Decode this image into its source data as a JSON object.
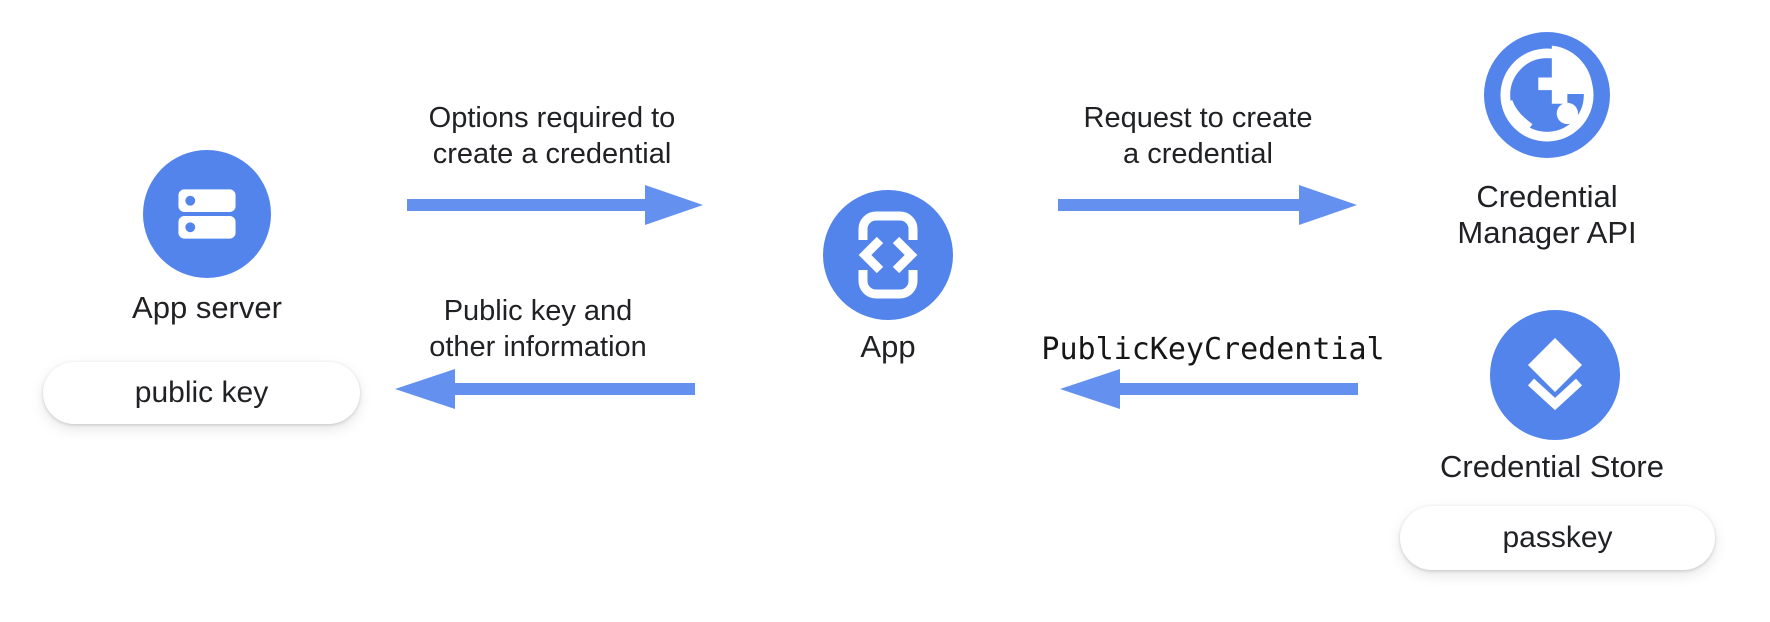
{
  "colors": {
    "node_blue": "#5384EC",
    "arrow_blue": "#6490F0",
    "text_dark": "#202124",
    "mono_dark": "#161616",
    "pill_bg": "#ffffff",
    "canvas_bg": "#ffffff"
  },
  "nodes": {
    "app_server": {
      "label": "App server",
      "artifact": "public key",
      "icon": "server-icon"
    },
    "app": {
      "label": "App",
      "icon": "phone-code-icon"
    },
    "credential_manager": {
      "label_line1": "Credential",
      "label_line2": "Manager API",
      "icon": "globe-icon"
    },
    "credential_store": {
      "label": "Credential Store",
      "artifact": "passkey",
      "icon": "layers-icon"
    }
  },
  "flows": {
    "options": {
      "line1": "Options required to",
      "line2": "create a credential",
      "from": "App server",
      "to": "App",
      "direction": "right"
    },
    "request": {
      "line1": "Request to create",
      "line2": "a credential",
      "from": "App",
      "to": "Credential Manager API",
      "direction": "right"
    },
    "public_key_credential": {
      "label": "PublicKeyCredential",
      "from": "Credential Store",
      "to": "App",
      "direction": "left"
    },
    "public_key_info": {
      "line1": "Public key and",
      "line2": "other information",
      "from": "App",
      "to": "App server",
      "direction": "left"
    }
  }
}
